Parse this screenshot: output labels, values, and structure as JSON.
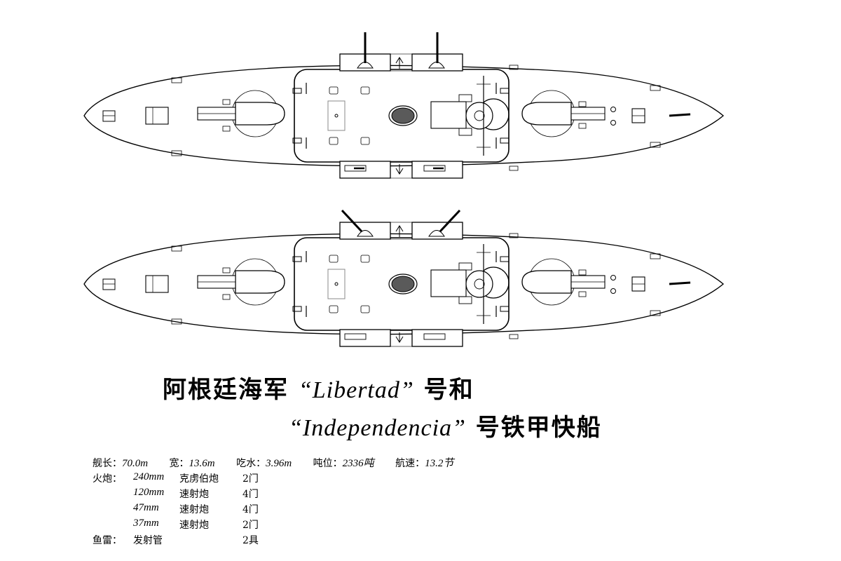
{
  "title": {
    "line1_cn_a": "阿根廷海军",
    "line1_latin": "“Libertad”",
    "line1_cn_b": "号和",
    "line2_latin": "“Independencia”",
    "line2_cn": "号铁甲快船"
  },
  "specs": {
    "length_label": "舰长：",
    "length_value": "70.0m",
    "beam_label": "宽：",
    "beam_value": "13.6m",
    "draft_label": "吃水：",
    "draft_value": "3.96m",
    "displacement_label": "吨位：",
    "displacement_value": "2336吨",
    "speed_label": "航速：",
    "speed_value": "13.2节"
  },
  "armament": {
    "guns_label": "火炮：",
    "rows": [
      {
        "caliber": "240mm",
        "kind": "克虏伯炮",
        "qty": "2门"
      },
      {
        "caliber": "120mm",
        "kind": "速射炮",
        "qty": "4门"
      },
      {
        "caliber": "47mm",
        "kind": "速射炮",
        "qty": "4门"
      },
      {
        "caliber": "37mm",
        "kind": "速射炮",
        "qty": "2门"
      }
    ],
    "torpedo_label": "鱼雷：",
    "torpedo_kind": "发射管",
    "torpedo_qty": "2具"
  },
  "colors": {
    "line": "#000000",
    "background": "#ffffff",
    "funnel_fill": "#5a5a5a",
    "mast_box": "#888888"
  }
}
